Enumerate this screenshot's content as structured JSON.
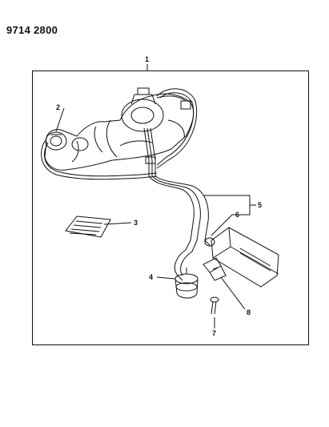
{
  "header": {
    "doc_number": "9714 2800"
  },
  "callouts": {
    "c1": "1",
    "c2": "2",
    "c3": "3",
    "c4": "4",
    "c5": "5",
    "c6": "6",
    "c7": "7",
    "c8": "8"
  }
}
